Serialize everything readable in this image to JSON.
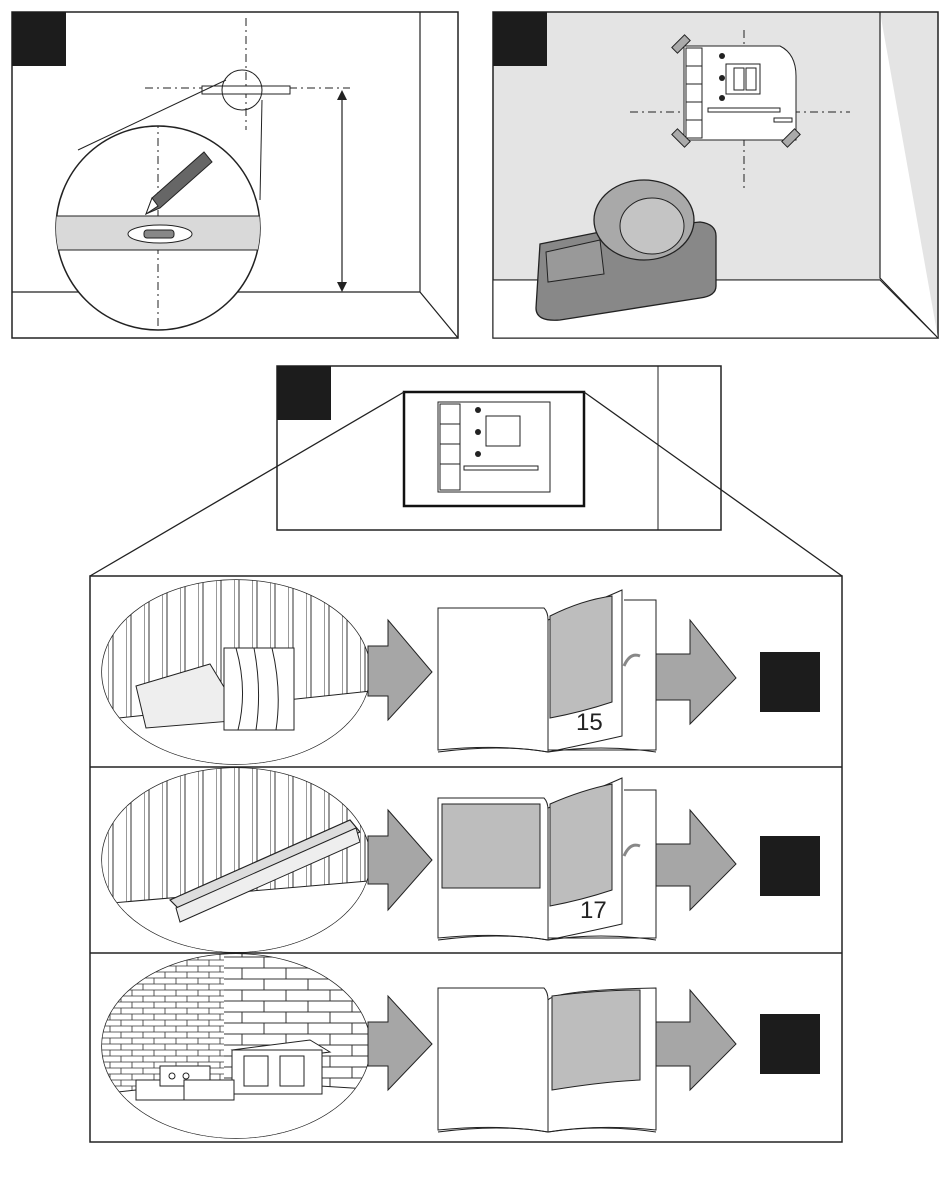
{
  "panels": {
    "step1": {
      "badge": ""
    },
    "step2": {
      "badge": ""
    },
    "step3": {
      "badge": ""
    }
  },
  "rows": [
    {
      "wall": "wood-panel",
      "page_number": "15",
      "target_badge": ""
    },
    {
      "wall": "metal-stud",
      "page_number": "17",
      "target_badge": ""
    },
    {
      "wall": "brick-block",
      "page_number": "",
      "target_badge": ""
    }
  ],
  "colors": {
    "line": "#222222",
    "gray": "#bdbdbd",
    "wall": "#e4e4e4",
    "badge": "#1c1c1c",
    "arrow": "#a6a6a6"
  }
}
